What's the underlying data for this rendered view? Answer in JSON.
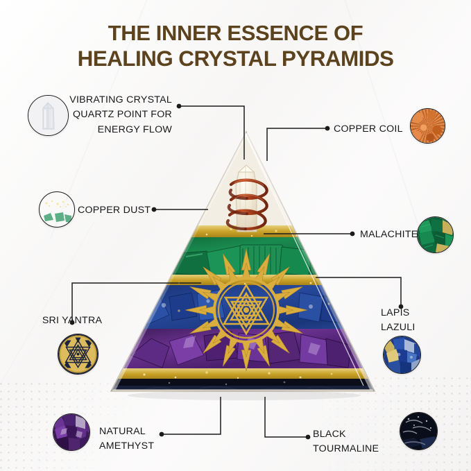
{
  "title": {
    "line1": "THE INNER ESSENCE OF",
    "line2": "HEALING CRYSTAL PYRAMIDS",
    "color": "#5c431d"
  },
  "background": {
    "base_color": "#fbfafa",
    "dot_color": "#c9c7c4"
  },
  "callouts": [
    {
      "id": "quartz",
      "label": "VIBRATING CRYSTAL\nQUARTZ POINT FOR\nENERGY FLOW",
      "icon_name": "clear-quartz-point-icon",
      "icon_color": "#e9eaee"
    },
    {
      "id": "copper-coil",
      "label": "COPPER COIL",
      "icon_name": "copper-dust-texture-icon",
      "icon_color": "#c3662c"
    },
    {
      "id": "copper-dust",
      "label": "COPPER DUST",
      "icon_name": "gold-dust-over-malachite-icon",
      "icon_color": "#c9a227"
    },
    {
      "id": "malachite",
      "label": "MALACHITE",
      "icon_name": "malachite-stone-icon",
      "icon_color": "#10683f"
    },
    {
      "id": "sri-yantra",
      "label": "SRI YANTRA",
      "icon_name": "sri-yantra-mandala-icon",
      "icon_color": "#d8b24a"
    },
    {
      "id": "lapis-lazuli",
      "label": "LAPIS\nLAZULI",
      "icon_name": "lapis-lazuli-stone-icon",
      "icon_color": "#2a4f91"
    },
    {
      "id": "natural-amethyst",
      "label": "NATURAL\nAMETHYST",
      "icon_name": "amethyst-stone-icon",
      "icon_color": "#4b2465"
    },
    {
      "id": "black-tourmaline",
      "label": "BLACK\nTOURMALINE",
      "icon_name": "black-tourmaline-stone-icon",
      "icon_color": "#0c0f19"
    }
  ],
  "pyramid": {
    "name": "orgonite-crystal-pyramid",
    "layers": [
      {
        "name": "clear-resin-apex",
        "color": "#efe9dd"
      },
      {
        "name": "gold-dust-band-upper",
        "color": "#c9a227"
      },
      {
        "name": "malachite-band",
        "color": "#12703f"
      },
      {
        "name": "gold-dust-band-mid",
        "color": "#c7a02a"
      },
      {
        "name": "lapis-lazuli-band",
        "color": "#1f3f8f"
      },
      {
        "name": "amethyst-band",
        "color": "#4b2268"
      },
      {
        "name": "gold-dust-band-lower",
        "color": "#c7a02a"
      },
      {
        "name": "black-tourmaline-base",
        "color": "#0a0c16"
      }
    ],
    "copper_coil_color": "#a63a1c",
    "sri_yantra_color": "#d9ad3e"
  }
}
